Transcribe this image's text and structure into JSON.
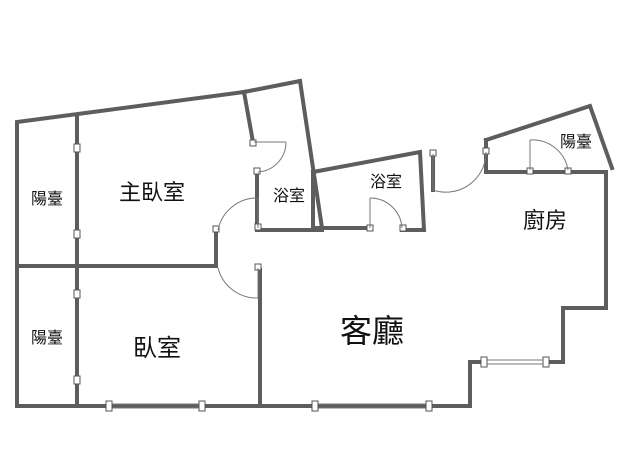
{
  "rooms": {
    "balcony_top_left": "陽臺",
    "master_bedroom": "主臥室",
    "bathroom_1": "浴室",
    "bathroom_2": "浴室",
    "kitchen": "廚房",
    "balcony_right": "陽臺",
    "balcony_bottom_left": "陽臺",
    "bedroom": "臥室",
    "living_room": "客廳"
  }
}
